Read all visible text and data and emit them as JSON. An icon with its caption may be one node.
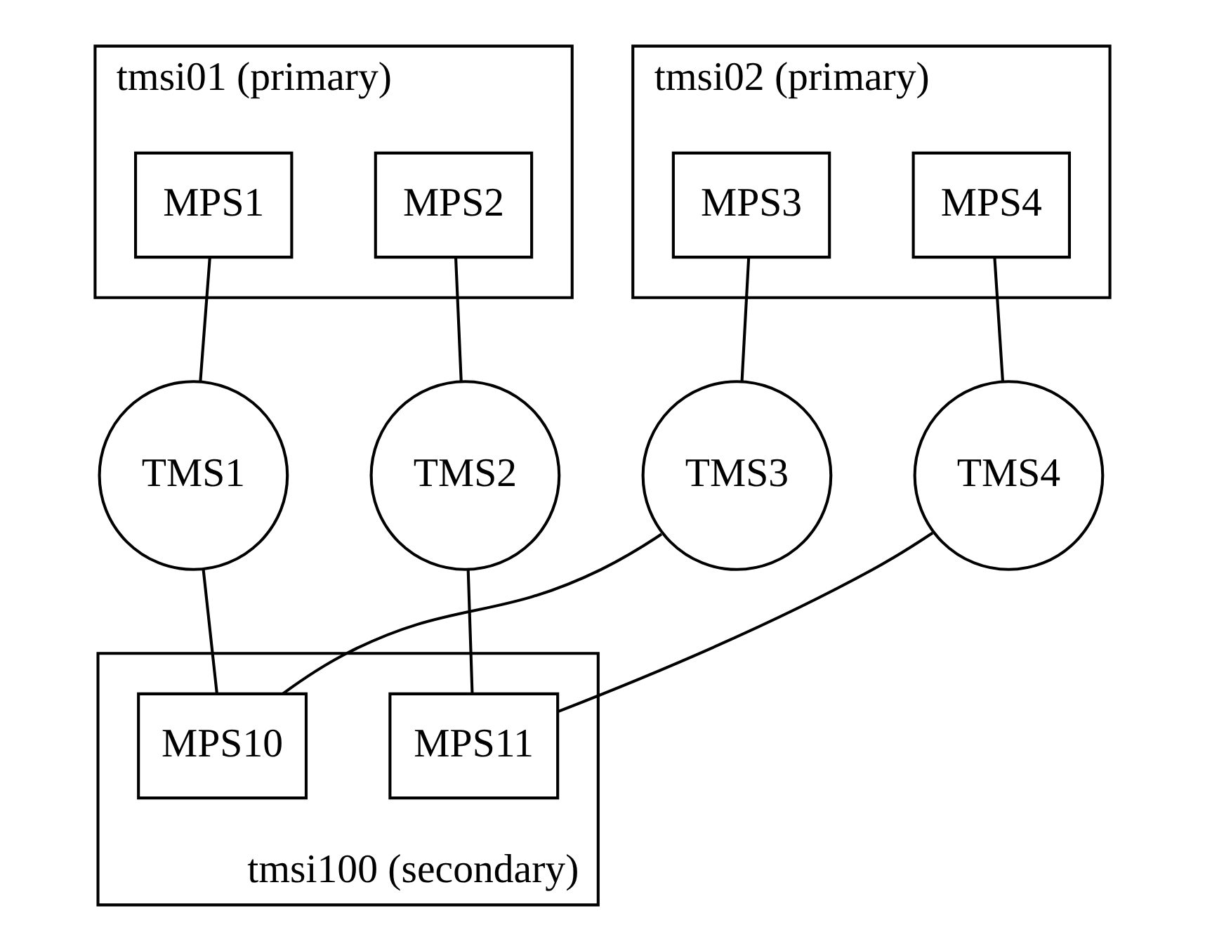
{
  "diagram": {
    "nodes": [
      {
        "text": [
          "tmsi01 (primary)"
        ]
      },
      {
        "text": [
          "MPS1"
        ],
        "in": 0
      },
      {
        "text": [
          "MPS2"
        ],
        "in": 0
      },
      {
        "text": [
          "tmsi02 (primary)"
        ]
      },
      {
        "text": [
          "MPS3"
        ],
        "in": 3
      },
      {
        "text": [
          "MPS4"
        ],
        "in": 3
      },
      {
        "text": [
          "TMS1"
        ]
      },
      {
        "text": [
          "TMS2"
        ]
      },
      {
        "text": [
          "TMS3"
        ]
      },
      {
        "text": [
          "TMS4"
        ]
      },
      {
        "text": [
          "tmsi100 (secondary)"
        ]
      },
      {
        "text": [
          "MPS10"
        ],
        "in": 10
      },
      {
        "text": [
          "MPS11"
        ],
        "in": 10
      }
    ],
    "edges": [
      {
        "from": 1,
        "to": 6,
        "arrow": "none"
      },
      {
        "from": 2,
        "to": 7,
        "arrow": "none"
      },
      {
        "from": 4,
        "to": 8,
        "arrow": "none"
      },
      {
        "from": 5,
        "to": 9,
        "arrow": "none"
      },
      {
        "from": 6,
        "to": 11,
        "arrow": "none"
      },
      {
        "from": 7,
        "to": 12,
        "arrow": "none"
      },
      {
        "from": 8,
        "to": 11,
        "arrow": "none"
      },
      {
        "from": 9,
        "to": 12,
        "arrow": "none"
      }
    ]
  }
}
